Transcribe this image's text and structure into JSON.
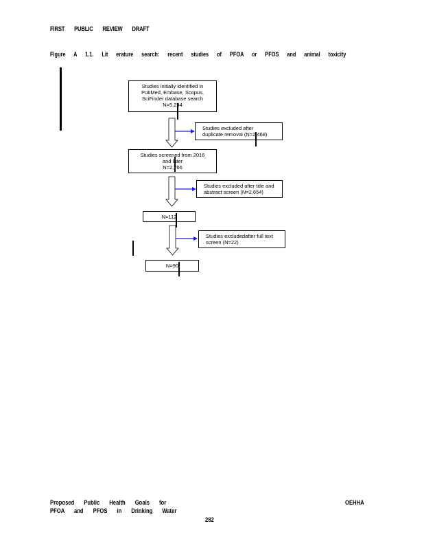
{
  "header": {
    "draft_label": "FIRST PUBLIC REVIEW DRAFT"
  },
  "figure": {
    "caption": "Figure A 1.1. Lit erature search: recent studies of PFOA or PFOS and animal toxicity"
  },
  "flowchart": {
    "identified": {
      "line1": "Studies initially identified in",
      "line2": "PubMed, Embase, Scopus,",
      "line3": "SciFinder database search",
      "count": "N=5,234"
    },
    "excluded_duplicate": {
      "line1": "Studies excluded after",
      "line2": "duplicate removal (N=2,468)"
    },
    "screened": {
      "line1": "Studies screened from 2016",
      "line2": "and later",
      "count": "N=2,766"
    },
    "excluded_title": {
      "line1": "Studies excluded after title and",
      "line2": "abstract screen (N=2,654)"
    },
    "after_screen": {
      "count": "N=112"
    },
    "excluded_fulltext": {
      "line1": "Studies excludedafter full text",
      "line2": "screen (N=22)"
    },
    "final": {
      "count": "N=90"
    },
    "colors": {
      "arrow_blue": "#1a1adf"
    }
  },
  "footer": {
    "left_line1": "Proposed Public Health Goals for",
    "left_line2": "PFOA and PFOS in Drinking Water",
    "right": "OEHHA",
    "page_number": "282"
  }
}
